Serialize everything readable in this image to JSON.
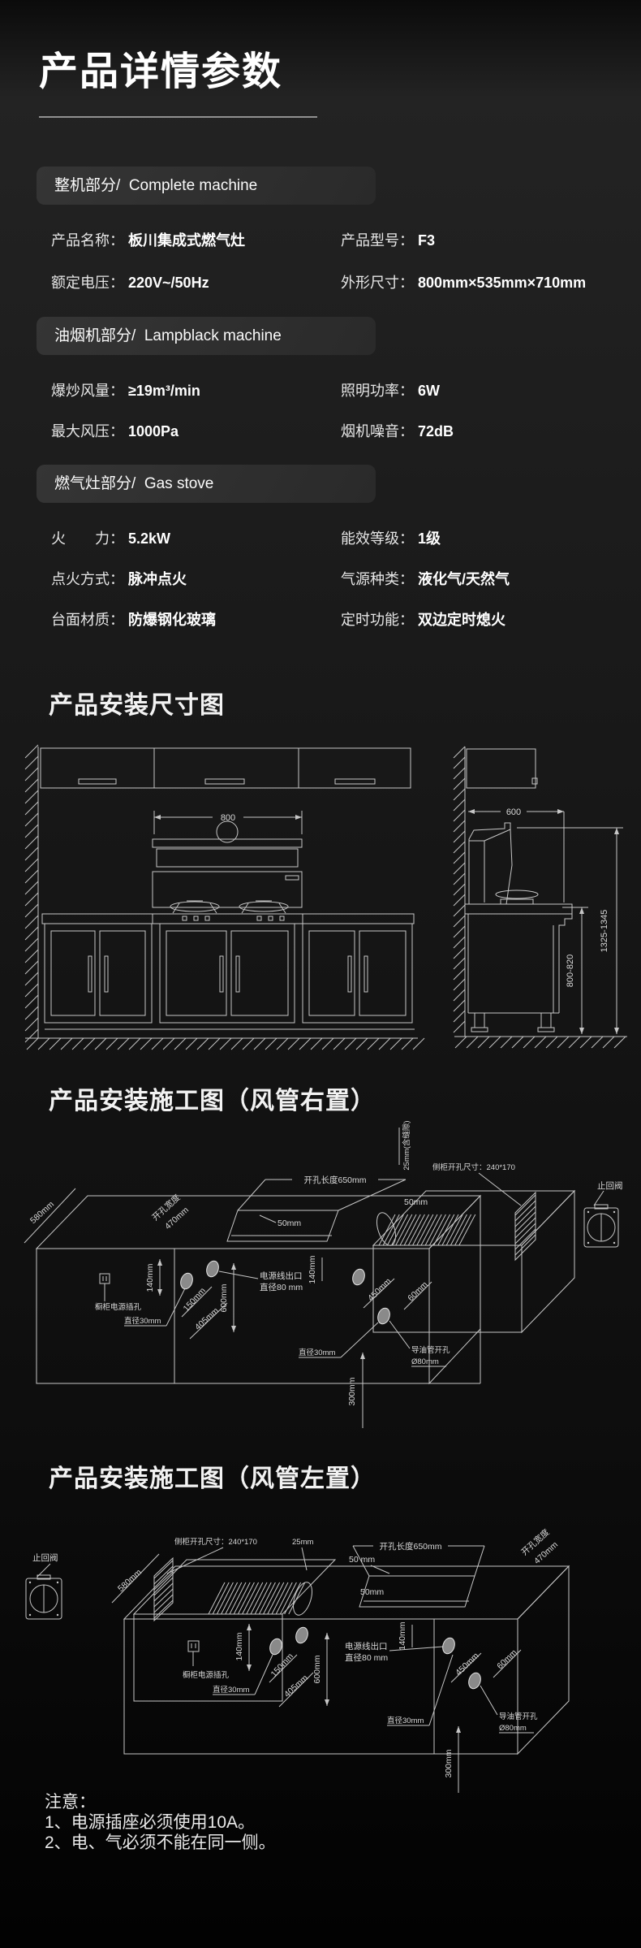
{
  "page": {
    "title": "产品详情参数"
  },
  "specs": [
    {
      "header": "整机部分/  Complete machine",
      "rows": [
        {
          "l_label": "产品名称：",
          "l_value": "板川集成式燃气灶",
          "r_label": "产品型号：",
          "r_value": "F3"
        },
        {
          "l_label": "额定电压：",
          "l_value": "220V~/50Hz",
          "r_label": "外形尺寸：",
          "r_value": "800mm×535mm×710mm"
        }
      ]
    },
    {
      "header": "油烟机部分/  Lampblack machine",
      "rows": [
        {
          "l_label": "爆炒风量：",
          "l_value": "≥19m³/min",
          "r_label": "照明功率：",
          "r_value": "6W"
        },
        {
          "l_label": "最大风压：",
          "l_value": "1000Pa",
          "r_label": "烟机噪音：",
          "r_value": "72dB"
        }
      ]
    },
    {
      "header": "燃气灶部分/  Gas stove",
      "rows": [
        {
          "l_label": "火　　力：",
          "l_value": "5.2kW",
          "r_label": "能效等级：",
          "r_value": "1级"
        },
        {
          "l_label": "点火方式：",
          "l_value": "脉冲点火",
          "r_label": "气源种类：",
          "r_value": "液化气/天然气"
        },
        {
          "l_label": "台面材质：",
          "l_value": "防爆钢化玻璃",
          "r_label": "定时功能：",
          "r_value": "双边定时熄火"
        }
      ]
    }
  ],
  "headings": {
    "install": "产品安装尺寸图",
    "duct_right": "产品安装施工图（风管右置）",
    "duct_left": "产品安装施工图（风管左置）"
  },
  "cad": {
    "d800": "800",
    "d600": "600",
    "r800": "800-820",
    "r1325": "1325-1345",
    "d580": "580mm",
    "kw": "开孔宽度",
    "k470": "470mm",
    "len650": "开孔长度650mm",
    "d50": "50mm",
    "d50sp": "50 mm",
    "d140": "140mm",
    "d150": "150mm",
    "d405": "405mm",
    "d600mm": "600mm",
    "d450": "450mm",
    "d60": "60mm",
    "d300": "300mm",
    "dia30": "直径30mm",
    "outlet1": "电源线出口",
    "outlet2": "直径80 mm",
    "socket": "橱柜电源插孔",
    "oil1": "导油管开孔",
    "oil2": "Ø80mm",
    "side_hole": "侧柜开孔尺寸：240*170",
    "d25": "25mm(含缝隙)",
    "d25s": "25mm",
    "valve": "止回阀"
  },
  "notes": {
    "title": "注意：",
    "line1": "1、电源插座必须使用10A。",
    "line2": "2、电、气必须不能在同一侧。"
  }
}
